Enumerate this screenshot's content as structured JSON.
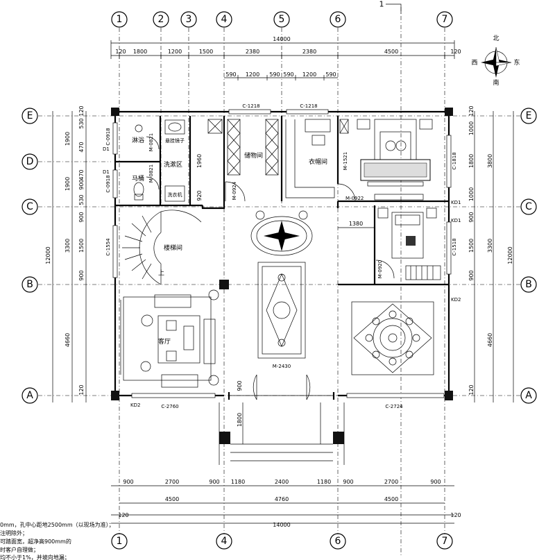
{
  "axes": {
    "top": [
      "1",
      "2",
      "3",
      "4",
      "5",
      "6",
      "7"
    ],
    "bottom": [
      "1",
      "4",
      "6",
      "7"
    ],
    "rows_left": [
      "E",
      "D",
      "C",
      "B",
      "A"
    ],
    "rows_right": [
      "E",
      "C",
      "B",
      "A"
    ]
  },
  "section_mark": "1",
  "compass": {
    "north": "北",
    "south": "南",
    "east": "东",
    "west": "西"
  },
  "dims_top": {
    "overall": "14000",
    "row1": [
      "120",
      "1800",
      "1200",
      "1500",
      "2380",
      "2380",
      "4500",
      "120"
    ],
    "row2": [
      "590",
      "1200",
      "590",
      "590",
      "1200",
      "590"
    ]
  },
  "dims_bottom": {
    "row1": [
      "900",
      "2700",
      "900",
      "1180",
      "2400",
      "1180",
      "900",
      "2700",
      "900"
    ],
    "row2": [
      "4500",
      "4760",
      "4500"
    ],
    "row3_ends": [
      "120",
      "120"
    ],
    "overall": "14000"
  },
  "dims_left": {
    "outer": "12000",
    "mid": [
      "1900",
      "1900",
      "3300",
      "4660"
    ],
    "inner": [
      "120",
      "530",
      "470",
      "470",
      "900",
      "530",
      "900",
      "1500",
      "900",
      "120"
    ]
  },
  "dims_right": {
    "outer": "12000",
    "mid": [
      "3800",
      "3300",
      "4660"
    ],
    "inner": [
      "120",
      "1000",
      "1800",
      "1000",
      "900",
      "1500",
      "900",
      "120"
    ]
  },
  "rooms": {
    "shower": "淋浴",
    "toilet": "马桶",
    "washroom": "洗漱区",
    "storage": "储物间",
    "closet": "衣帽间",
    "stair": "楼梯间",
    "up": "上",
    "living": "客厅",
    "mirror_label": "悬挂镜子",
    "washer_label": "洗衣机"
  },
  "doors": {
    "m0821a": "M-0821",
    "m0821b": "M-0821",
    "m0924": "M-0924",
    "m1521": "M-1521",
    "m0922": "M-0922",
    "m0920": "M-0920",
    "m2430": "M-2430"
  },
  "windows": {
    "c1218a": "C-1218",
    "c1218b": "C-1218",
    "c0918a": "C-0918",
    "c0918b": "C-0918",
    "c1818": "C-1818",
    "c1554": "C-1554",
    "c1518": "C-1518",
    "c2760": "C-2760",
    "c2724": "C-2724"
  },
  "tags": {
    "d1a": "D1",
    "d1b": "D1",
    "kd1a": "KD1",
    "kd1b": "KD1",
    "kd2a": "KD2",
    "kd2b": "KD2"
  },
  "inner_dims": {
    "d1960": "1960",
    "d920": "920",
    "d1380": "1380",
    "d900": "900",
    "d1800": "1800"
  },
  "notes": [
    "0mm，孔中心距地2500mm（以现场为准）；",
    "注明除外；",
    "可踏面宽，超净高900mm的",
    "时客户自理做；",
    "均不小于1%，并坡向地漏；"
  ]
}
